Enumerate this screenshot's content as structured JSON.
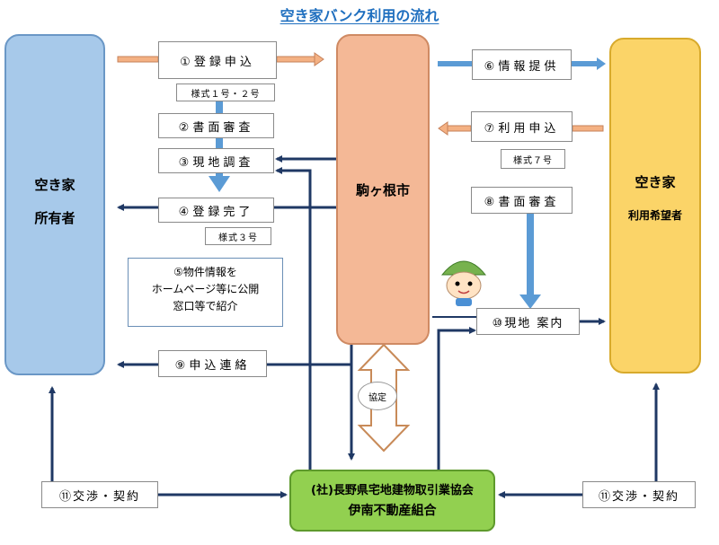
{
  "title": "空き家バンク利用の流れ",
  "columns": {
    "owner": {
      "line1": "空き家",
      "line2": "所有者"
    },
    "city": {
      "label": "駒ヶ根市"
    },
    "seeker": {
      "line1": "空き家",
      "line2": "利用希望者"
    }
  },
  "steps": {
    "s1": "①登録申込",
    "s2": "②書面審査",
    "s3": "③現地調査",
    "s4": "④登録完了",
    "s5": [
      "⑤物件情報を",
      "ホームページ等に公開",
      "窓口等で紹介"
    ],
    "s6": "⑥情報提供",
    "s7": "⑦利用申込",
    "s8": "⑧書面審査",
    "s9": "⑨申込連絡",
    "s10": "⑩現地 案内",
    "s11_left": "⑪交渉・契約",
    "s11_right": "⑪交渉・契約"
  },
  "forms": {
    "form12": "様式１号・２号",
    "form3": "様式３号",
    "form7": "様式７号"
  },
  "agreement": "協定",
  "association": {
    "line1": "(社)長野県宅地建物取引業協会",
    "line2": "伊南不動産組合"
  },
  "colors": {
    "owner": "#a7c9ea",
    "city": "#f4b896",
    "seeker": "#fbd468",
    "association": "#92d050",
    "navy_arrow": "#1f3864",
    "blue_arrow": "#5b9bd5",
    "peach_arrow": "#f4b183",
    "title": "#1f6fbf"
  },
  "icons": [
    "house-tree-illustration",
    "mascot-illustration",
    "family-illustration"
  ]
}
